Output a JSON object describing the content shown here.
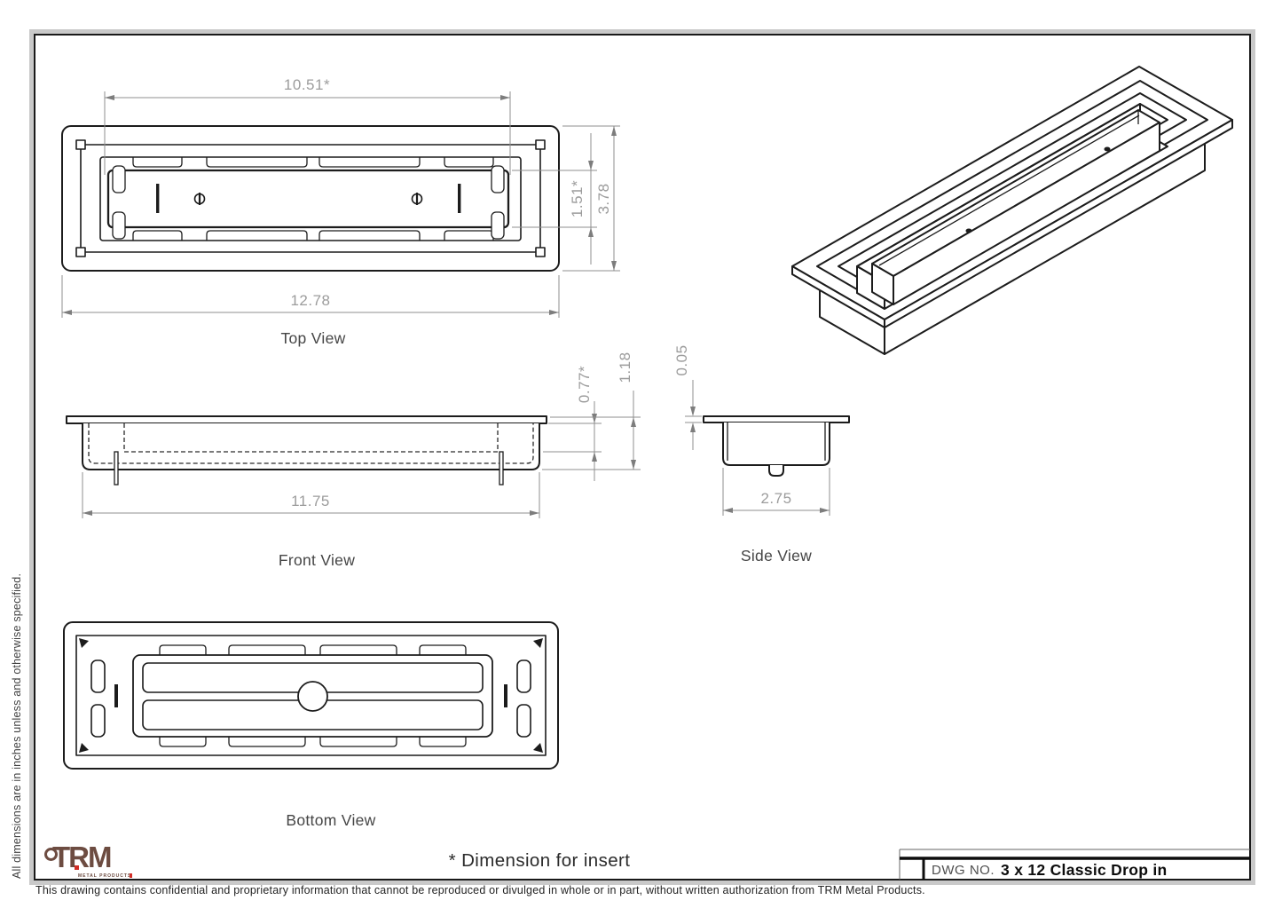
{
  "sheet": {
    "side_note": "All dimensions are in inches unless and otherwise specified.",
    "footer": "This drawing contains confidential and proprietary information that cannot be reproduced or divulged in whole or in part, without written authorization from TRM Metal Products.",
    "note": "* Dimension for insert"
  },
  "title_block": {
    "label": "DWG NO.",
    "value": "3 x 12 Classic Drop in"
  },
  "logo": {
    "name": "TRM",
    "subtitle": "METAL PRODUCTS"
  },
  "views": {
    "top": {
      "label": "Top View",
      "dims": {
        "insert_width": "10.51*",
        "overall_width": "12.78",
        "insert_height": "1.51*",
        "overall_height": "3.78"
      }
    },
    "front": {
      "label": "Front View",
      "dims": {
        "tray_width": "11.75",
        "insert_depth": "0.77*",
        "overall_depth": "1.18"
      }
    },
    "side": {
      "label": "Side View",
      "dims": {
        "flange_thickness": "0.05",
        "width": "2.75"
      }
    },
    "bottom": {
      "label": "Bottom View"
    }
  },
  "colors": {
    "line": "#1c1c1c",
    "dimension": "#9c9c9c",
    "label": "#454545",
    "logo_brown": "#6d4c41",
    "logo_red": "#d22d26",
    "shadow": "#c9c9c9"
  }
}
